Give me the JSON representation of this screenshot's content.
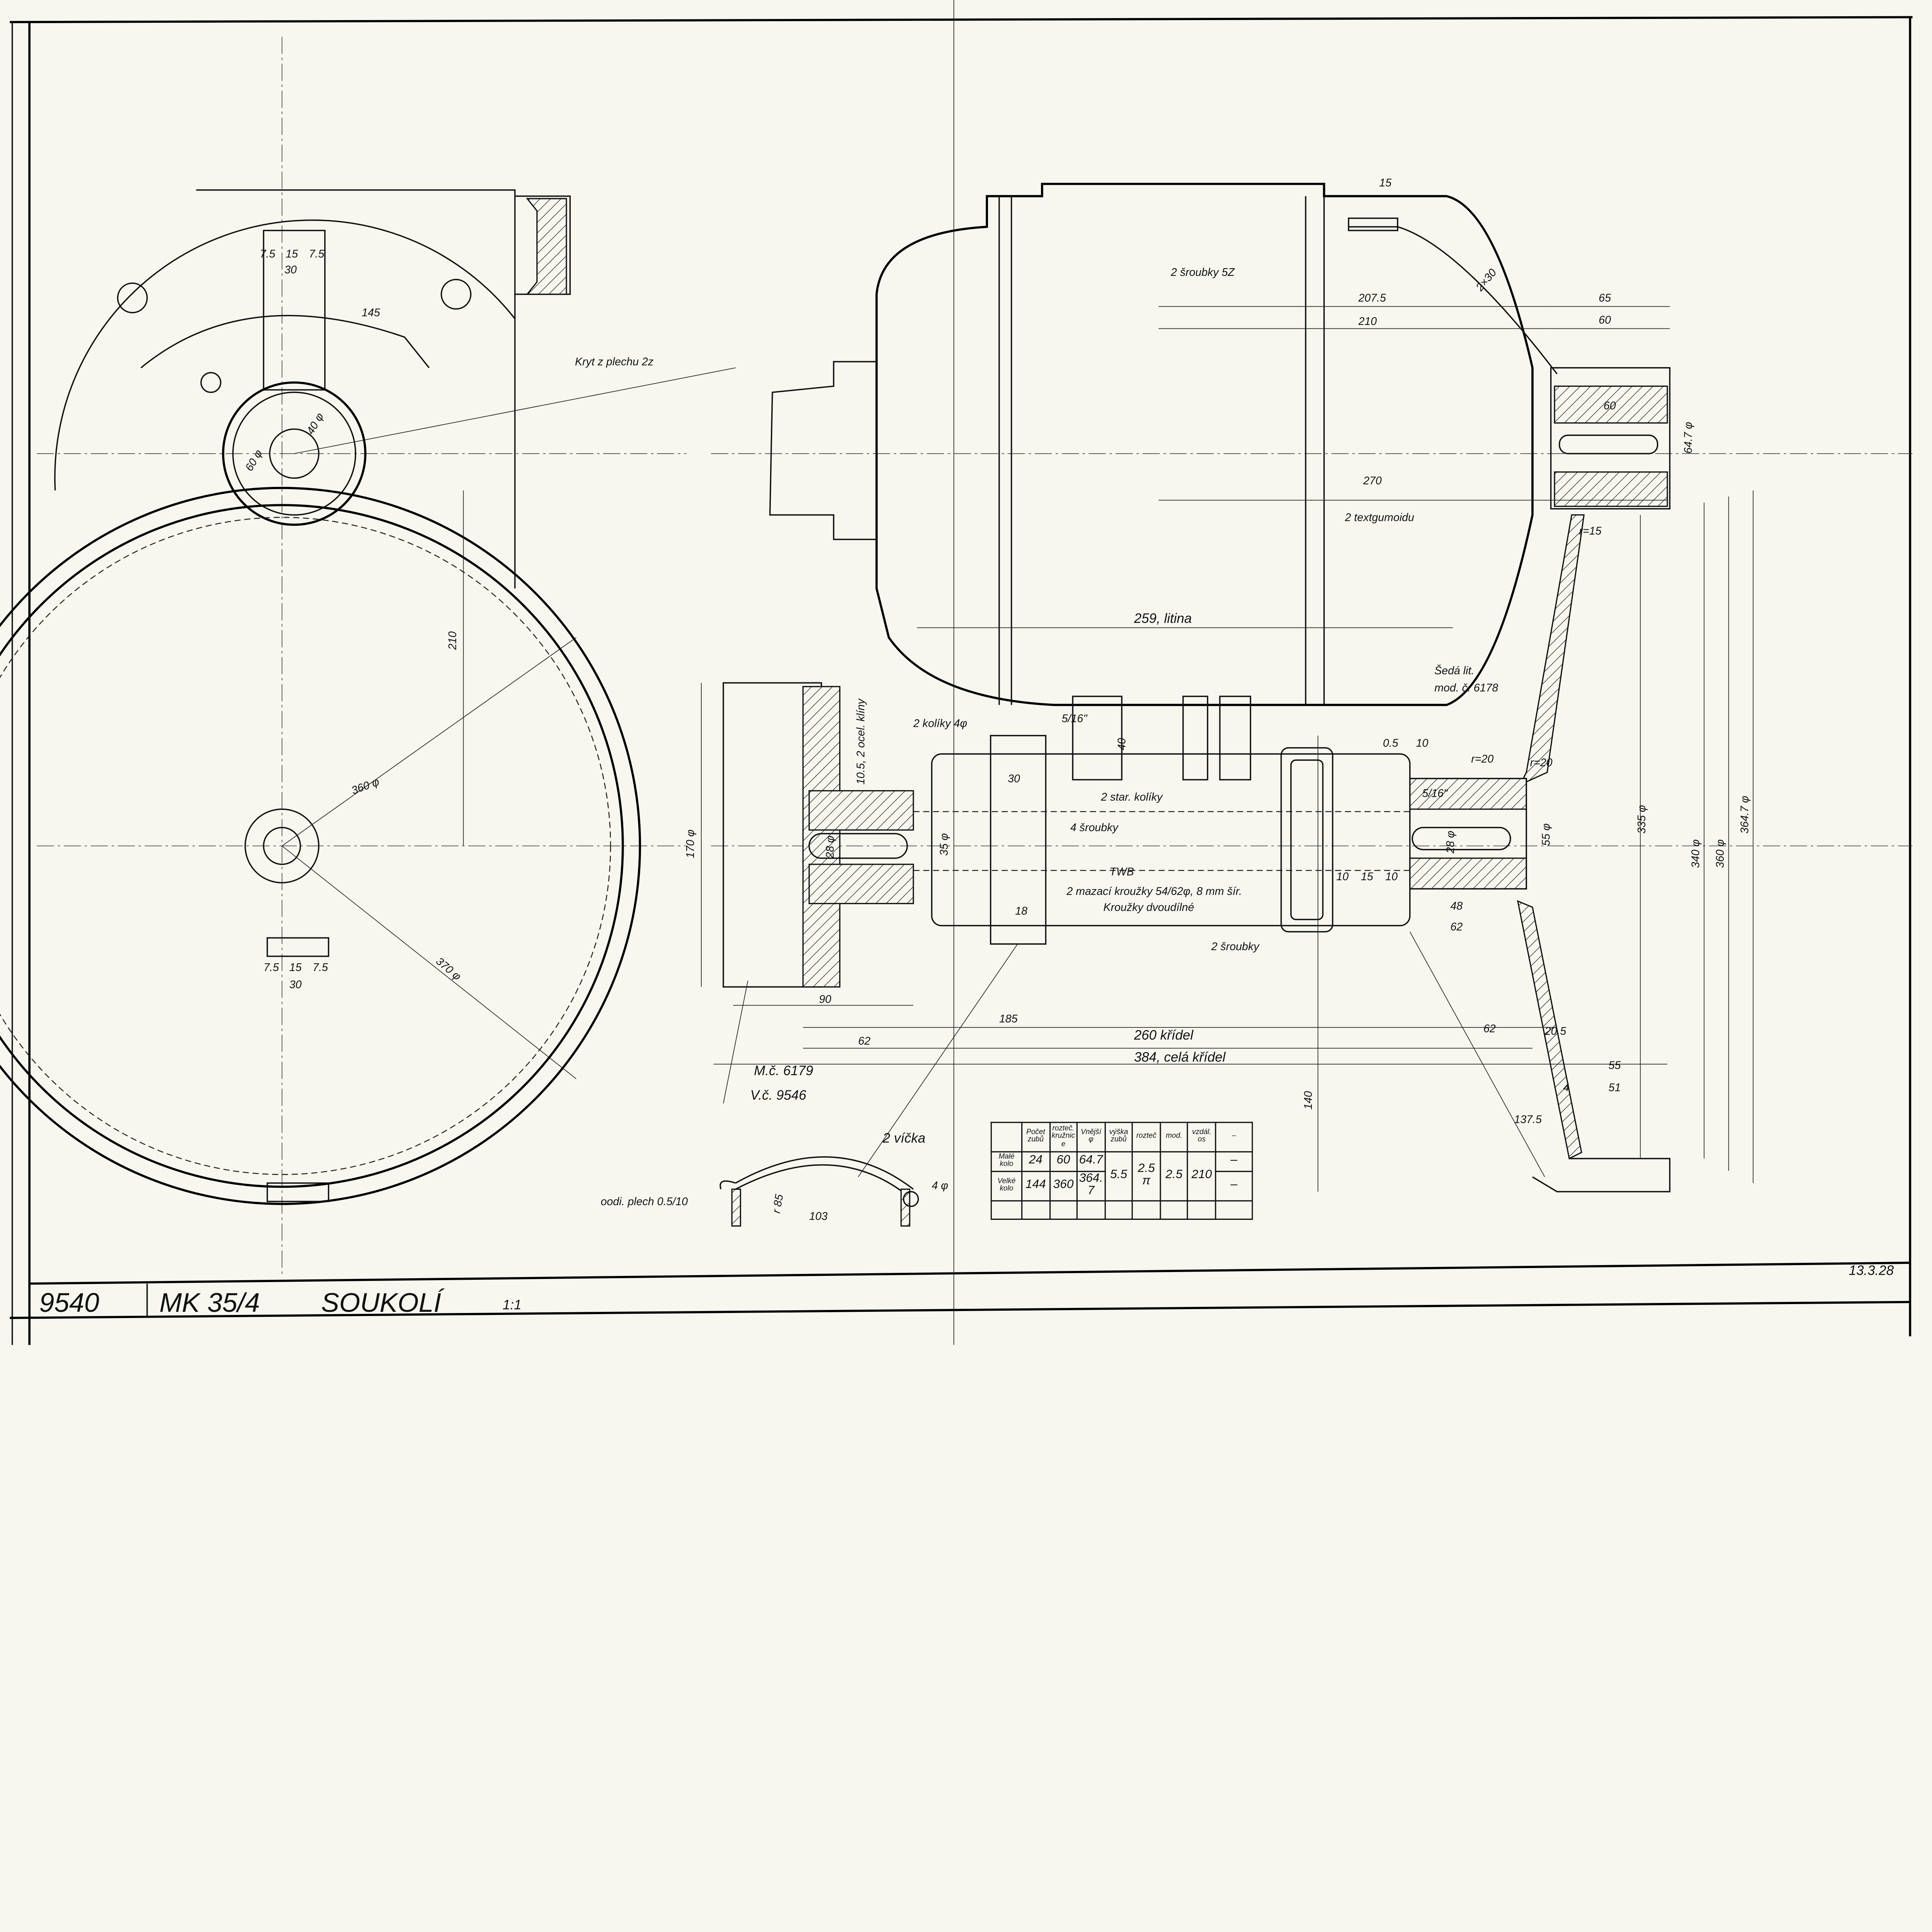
{
  "title_block": {
    "drawing_number": "9540",
    "type": "MK 35/4",
    "title": "SOUKOLÍ",
    "scale": "1:1",
    "date": "13.3.28"
  },
  "left_view": {
    "cover_label": "Kryt z plechu 2z",
    "dims": [
      "7.5",
      "15",
      "7.5",
      "30",
      "145",
      "210",
      "360 φ",
      "370 φ",
      "7.5",
      "15",
      "7.5",
      "30",
      "60 φ",
      "40 φ"
    ]
  },
  "side_view": {
    "labels": {
      "screws_top": "2 šroubky 5Z",
      "textgumoid": "2 textgumoidu",
      "cast_iron": "259, litina",
      "grey_cast": "Šedá lit.",
      "model_no": "mod. č. 6178",
      "pins": "2 kolíky 4φ",
      "keys": "10.5, 2 ocel. klíny",
      "steel_pins": "2 star. kolíky",
      "four_screws": "4 šroubky",
      "twb": "TWB",
      "oil_rings": "2 mazací kroužky 54/62φ, 8 mm šír.",
      "split_rings": "Kroužky dvoudílné",
      "two_screws": "2 šroubky",
      "wings": "260 křídel",
      "all_wings": "384, celá křídel",
      "model_no2": "M.č. 6179",
      "drawing_no2": "V.č. 9546",
      "lid": "2 víčka",
      "sheet": "oodi. plech 0.5/10"
    },
    "dims": {
      "d15": "15",
      "d2075": "207.5",
      "d210": "210",
      "d270": "270",
      "d2x30": "2×30",
      "d65": "65",
      "d60a": "60",
      "d60b": "60",
      "d647": "64.7 φ",
      "r15": "r=15",
      "d516a": "5/16\"",
      "d40": "40",
      "d30": "30",
      "d170": "170 φ",
      "d28a": "28 φ",
      "d35": "35 φ",
      "d05": "0.5",
      "d10a": "10",
      "r20a": "r=20",
      "r20b": "r=20",
      "d516b": "5/16\"",
      "d28b": "28 φ",
      "d55a": "55 φ",
      "d10b": "10",
      "d15b": "15",
      "d10c": "10",
      "d48": "48",
      "d62a": "62",
      "d18": "18",
      "d335": "335 φ",
      "d340": "340 φ",
      "d360": "360 φ",
      "d3647": "364.7 φ",
      "d90": "90",
      "d185": "185",
      "d62b": "62",
      "d62c": "62",
      "d205": "20.5",
      "d55b": "55",
      "d51": "51",
      "d4": "4",
      "d1375": "137.5",
      "d140": "140",
      "r85": "r 85",
      "d103": "103",
      "d4phi": "4 φ"
    }
  },
  "gear_table": {
    "headers": [
      "",
      "Počet zubů",
      "rozteč. kružnice",
      "Vnější φ",
      "výška zubů",
      "rozteč",
      "mod.",
      "vzdál. os",
      "–"
    ],
    "rows": [
      {
        "name": "Malé kolo",
        "teeth": "24",
        "pitch_circle": "60",
        "outer": "64.7",
        "extra": "–"
      },
      {
        "name": "Velké kolo",
        "teeth": "144",
        "pitch_circle": "360",
        "outer": "364.7",
        "extra": "–"
      }
    ],
    "shared": {
      "tooth_height": "5.5",
      "pitch": "2.5π",
      "module": "2.5",
      "center_distance": "210"
    }
  }
}
